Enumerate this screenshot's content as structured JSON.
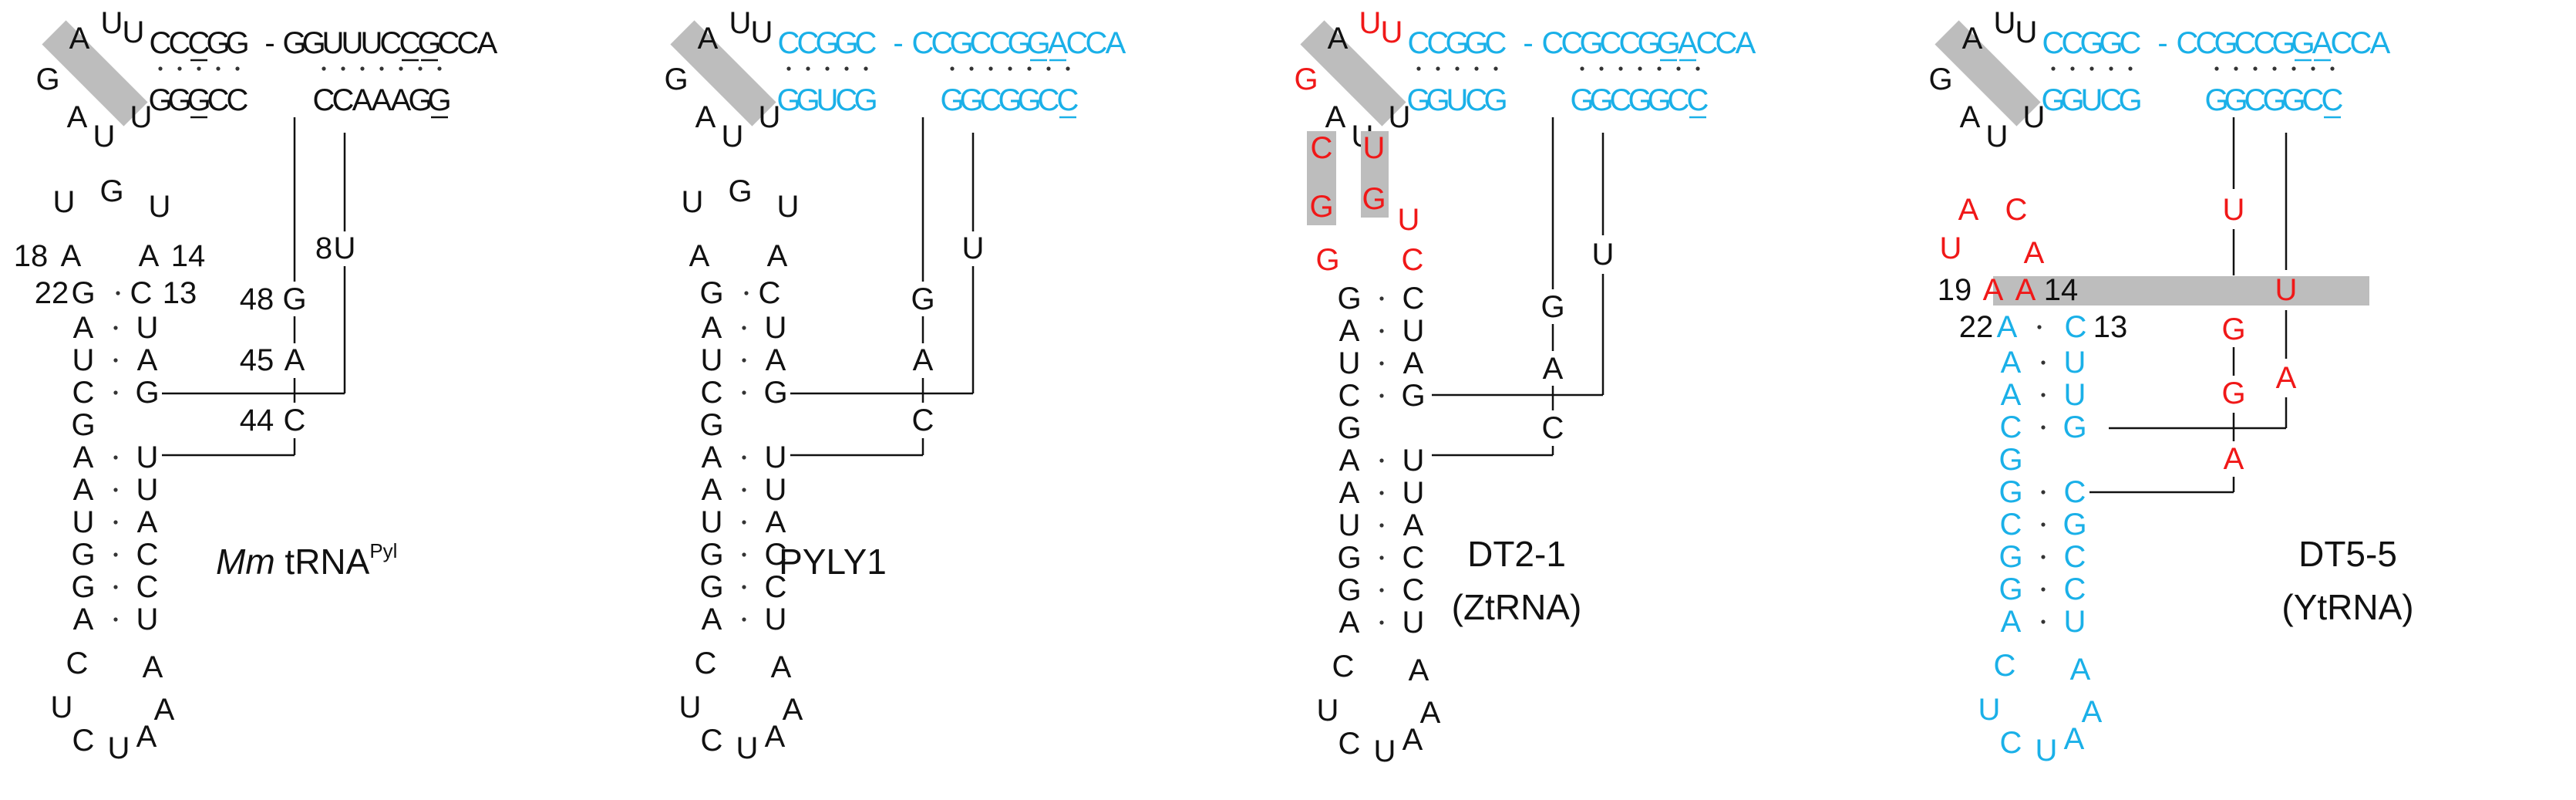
{
  "colors": {
    "black": "#111111",
    "blue": "#1ab0e8",
    "red": "#f01818",
    "highlight": "#bdbdbd",
    "line": "#111111"
  },
  "panels": [
    {
      "id": "mm-trna-pyl",
      "label_lines": [
        [
          "Mm",
          " tRNA",
          "Pyl"
        ]
      ],
      "acceptor_top": "CCCGG",
      "acceptor_bottom": "GGGCC",
      "long_arm_top": "GGUUUCCGCCA",
      "long_arm_bottom": "CCAAAGG",
      "loop_top_letters": [
        "A",
        "U",
        "U"
      ],
      "loop_left_letters": [
        "G",
        "A",
        "U",
        "U"
      ],
      "d_loop": [
        "U",
        "G",
        "U"
      ],
      "d_stem_left": [
        "A",
        "G"
      ],
      "d_stem_right": [
        "A",
        "C"
      ],
      "numbers": {
        "n18": "18",
        "n14": "14",
        "n22": "22",
        "n13": "13",
        "n8": "8",
        "n48": "48",
        "n45": "45",
        "n44": "44"
      },
      "variable": [
        "G",
        "A",
        "C"
      ],
      "u8": "U",
      "stem_left": [
        "A",
        "U",
        "C",
        "G",
        "A",
        "A",
        "U",
        "G",
        "G",
        "A"
      ],
      "stem_right": [
        "U",
        "A",
        "G",
        "",
        "U",
        "U",
        "A",
        "C",
        "C",
        "U"
      ],
      "anticodon_loop": [
        "C",
        "U",
        "C",
        "U",
        "A",
        "A",
        "A"
      ]
    },
    {
      "id": "pyly1",
      "label_lines": [
        [
          "PYLY1"
        ]
      ],
      "acceptor_top": "CCGGC",
      "acceptor_bottom": "GGUCG",
      "long_arm_top": "CCGCCGGACCA",
      "long_arm_bottom": "GGCGGCC",
      "loop_top_letters": [
        "A",
        "U",
        "U"
      ],
      "loop_left_letters": [
        "G",
        "A",
        "U",
        "U"
      ],
      "d_loop": [
        "U",
        "G",
        "U"
      ],
      "d_stem_left": [
        "A",
        "G"
      ],
      "d_stem_right": [
        "A",
        "C"
      ],
      "variable": [
        "G",
        "A",
        "C"
      ],
      "u8": "U",
      "stem_left": [
        "A",
        "U",
        "C",
        "G",
        "A",
        "A",
        "U",
        "G",
        "G",
        "A"
      ],
      "stem_right": [
        "U",
        "A",
        "G",
        "",
        "U",
        "U",
        "A",
        "C",
        "C",
        "U"
      ],
      "anticodon_loop": [
        "C",
        "U",
        "C",
        "U",
        "A",
        "A",
        "A"
      ]
    },
    {
      "id": "dt2-1",
      "label_lines": [
        [
          "DT2-1"
        ],
        [
          "(ZtRNA)"
        ]
      ],
      "acceptor_top": "CCGGC",
      "acceptor_bottom": "GGUCG",
      "long_arm_top": "CCGCCGGACCA",
      "long_arm_bottom": "GGCGGCC",
      "loop_top_letters": [
        "A",
        "U",
        "U"
      ],
      "loop_left_letters": [
        "G",
        "A",
        "U",
        "U"
      ],
      "d_extra": [
        "C",
        "G",
        "U",
        "G",
        "G",
        "U",
        "C"
      ],
      "variable": [
        "G",
        "A",
        "C"
      ],
      "u8": "U",
      "stem_left": [
        "G",
        "A",
        "U",
        "C",
        "G",
        "A",
        "A",
        "U",
        "G",
        "G",
        "A"
      ],
      "stem_right": [
        "C",
        "U",
        "A",
        "G",
        "",
        "U",
        "U",
        "A",
        "C",
        "C",
        "U"
      ],
      "anticodon_loop": [
        "C",
        "U",
        "C",
        "U",
        "A",
        "A",
        "A"
      ]
    },
    {
      "id": "dt5-5",
      "label_lines": [
        [
          "DT5-5"
        ],
        [
          "(YtRNA)"
        ]
      ],
      "acceptor_top": "CCGGC",
      "acceptor_bottom": "GGUCG",
      "long_arm_top": "CCGCCGGACCA",
      "long_arm_bottom": "GGCGGCC",
      "loop_top_letters": [
        "A",
        "U",
        "U"
      ],
      "loop_left_letters": [
        "G",
        "A",
        "U",
        "U"
      ],
      "d_loop": [
        "A",
        "C",
        "U",
        "A"
      ],
      "d_pair": [
        "A",
        "A"
      ],
      "numbers": {
        "n19": "19",
        "n14": "14",
        "n22": "22",
        "n13": "13"
      },
      "d_stem_left": [
        "A"
      ],
      "d_stem_right": [
        "C"
      ],
      "var_col_a": [
        "U",
        "G",
        "G"
      ],
      "var_col_b": [
        "U",
        "A"
      ],
      "var_a": "A",
      "stem_left": [
        "A",
        "A",
        "C",
        "G",
        "G",
        "C",
        "G",
        "G",
        "A"
      ],
      "stem_right": [
        "U",
        "U",
        "G",
        "",
        "C",
        "G",
        "C",
        "C",
        "U"
      ],
      "anticodon_loop": [
        "C",
        "U",
        "C",
        "U",
        "A",
        "A",
        "A"
      ]
    }
  ]
}
